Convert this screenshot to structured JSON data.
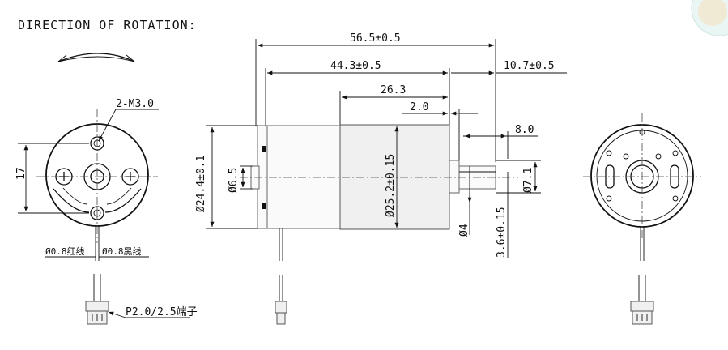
{
  "header": {
    "title": "DIRECTION OF ROTATION:"
  },
  "front_view": {
    "thread_callout": "2-M3.0",
    "height_dim": "17",
    "red_wire_label": "Ø0.8红线",
    "black_wire_label": "Ø0.8黑线",
    "connector_label": "P2.0/2.5端子"
  },
  "side_view": {
    "overall_length": "56.5±0.5",
    "body_length": "44.3±0.5",
    "can_length": "26.3",
    "boss_length": "2.0",
    "shaft_length": "10.7±0.5",
    "flat_length": "8.0",
    "rear_diameter": "Ø24.4±0.1",
    "rear_boss_diameter": "Ø6.5",
    "can_diameter": "Ø25.2±0.15",
    "front_boss_diameter": "Ø7.1",
    "shaft_diameter": "Ø4",
    "flat_height": "3.6±0.15"
  },
  "colors": {
    "line": "#111111",
    "logo": "#e9f6f4"
  }
}
